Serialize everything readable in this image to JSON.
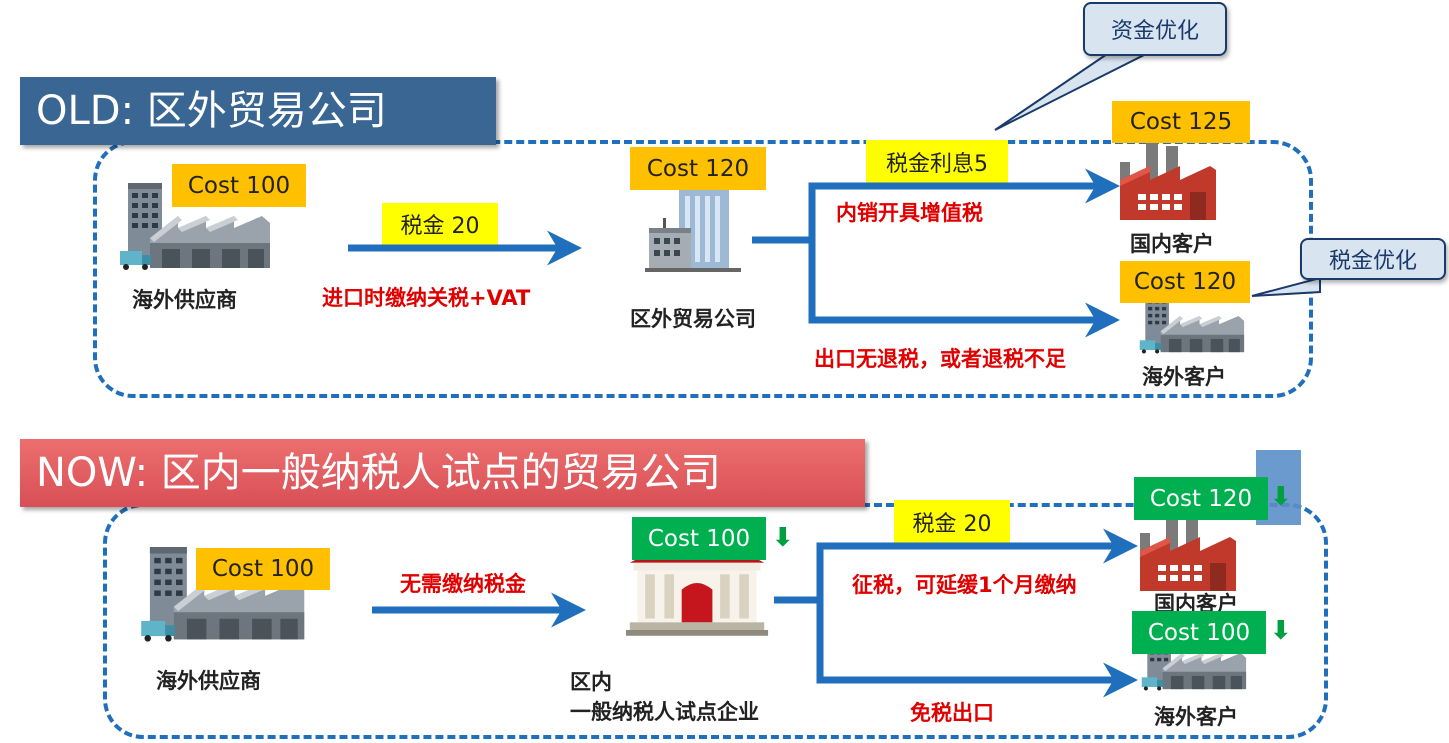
{
  "old": {
    "title": "OLD: 区外贸易公司",
    "supplier": {
      "cost": "Cost 100",
      "label": "海外供应商"
    },
    "tax_tag": "税金 20",
    "import_note": "进口时缴纳关税+VAT",
    "company": {
      "cost": "Cost 120",
      "label": "区外贸易公司"
    },
    "interest_tag": "税金利息5",
    "domestic_note": "内销开具增值税",
    "domestic_customer": {
      "cost": "Cost 125",
      "label": "国内客户"
    },
    "overseas_customer": {
      "cost": "Cost 120",
      "label": "海外客户"
    },
    "export_note": "出口无退税，或者退税不足",
    "callout_fund": "资金优化",
    "callout_tax": "税金优化"
  },
  "now": {
    "title": "NOW: 区内一般纳税人试点的贸易公司",
    "supplier": {
      "cost": "Cost 100",
      "label": "海外供应商"
    },
    "no_tax_note": "无需缴纳税金",
    "company": {
      "cost": "Cost 100",
      "label_line1": "区内",
      "label_line2": "一般纳税人试点企业"
    },
    "tax_tag": "税金 20",
    "domestic_note": "征税，可延缓1个月缴纳",
    "domestic_customer": {
      "cost": "Cost 120",
      "label": "国内客户"
    },
    "overseas_customer": {
      "cost": "Cost 100",
      "label": "海外客户"
    },
    "export_note": "免税出口"
  },
  "colors": {
    "old_title_bg": "#3a6693",
    "now_title_bg": "#d84f55",
    "frame": "#1f6fbd",
    "arrow": "#1f6fbd",
    "cost_old": "#ffc000",
    "cost_now": "#00b050",
    "tax_tag": "#ffff00",
    "red_text": "#e00000"
  },
  "icons": {
    "supplier": "warehouse-factory-icon",
    "trade_company": "office-building-icon",
    "domestic_customer": "red-factory-icon",
    "overseas_customer": "warehouse-factory-icon",
    "zone_company": "bank-building-icon",
    "decrease": "down-arrow-icon"
  }
}
